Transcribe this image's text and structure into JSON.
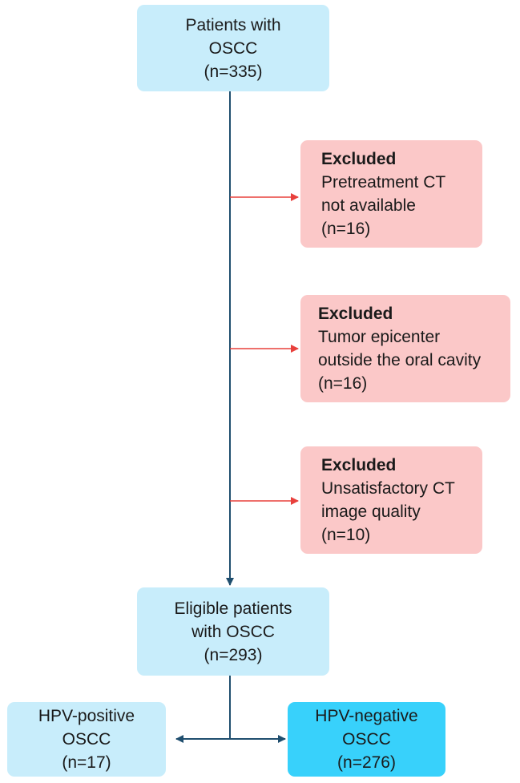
{
  "colors": {
    "main_box": "#c8edfb",
    "highlight_box": "#38d1fb",
    "excluded_box": "#fbc8c8",
    "main_arrow": "#1f4e6e",
    "exclusion_arrow": "#e8403c"
  },
  "top_box": {
    "line1": "Patients with",
    "line2": "OSCC",
    "line3": "(n=335)"
  },
  "exclusions": [
    {
      "title": "Excluded",
      "line1": "Pretreatment CT",
      "line2": "not available",
      "count": "(n=16)"
    },
    {
      "title": "Excluded",
      "line1": "Tumor epicenter",
      "line2": "outside the oral cavity",
      "count": "(n=16)"
    },
    {
      "title": "Excluded",
      "line1": "Unsatisfactory CT",
      "line2": "image quality",
      "count": "(n=10)"
    }
  ],
  "eligible_box": {
    "line1": "Eligible patients",
    "line2": "with OSCC",
    "line3": "(n=293)"
  },
  "hpv_positive": {
    "line1": "HPV-positive",
    "line2": "OSCC",
    "line3": "(n=17)"
  },
  "hpv_negative": {
    "line1": "HPV-negative",
    "line2": "OSCC",
    "line3": "(n=276)"
  }
}
